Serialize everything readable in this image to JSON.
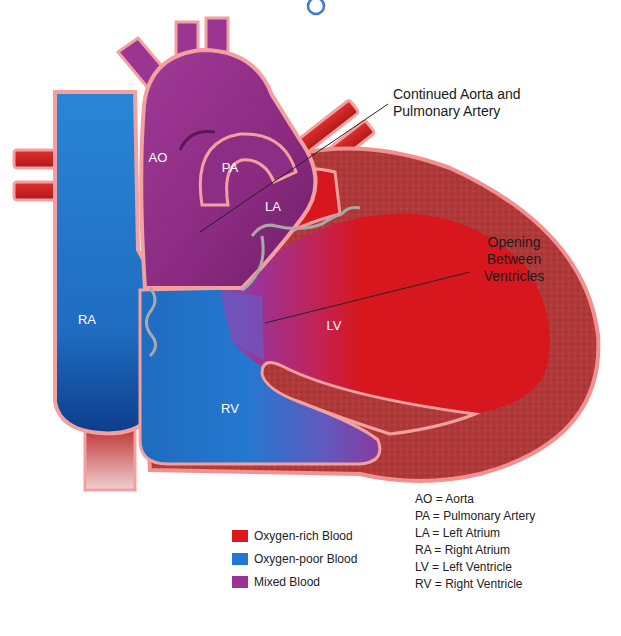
{
  "diagram": {
    "labels": [
      "Continued Aorta and Pulmonary Artery",
      "Opening Between Ventricles",
      "AO",
      "PA",
      "LA",
      "RA",
      "LV",
      "RV",
      "AO = Aorta",
      "PA = Pulmonary Artery",
      "LA = Left Atrium",
      "RA = Right Atrium",
      "LV = Left Ventricle",
      "RV = Right Ventricle"
    ],
    "legend": [
      {
        "text": "Oxygen-rich Blood",
        "color": "#e0151b"
      },
      {
        "text": "Oxygen-poor Blood",
        "color": "#1f77d0"
      },
      {
        "text": "Mixed Blood",
        "color": "#9c3394"
      }
    ]
  }
}
